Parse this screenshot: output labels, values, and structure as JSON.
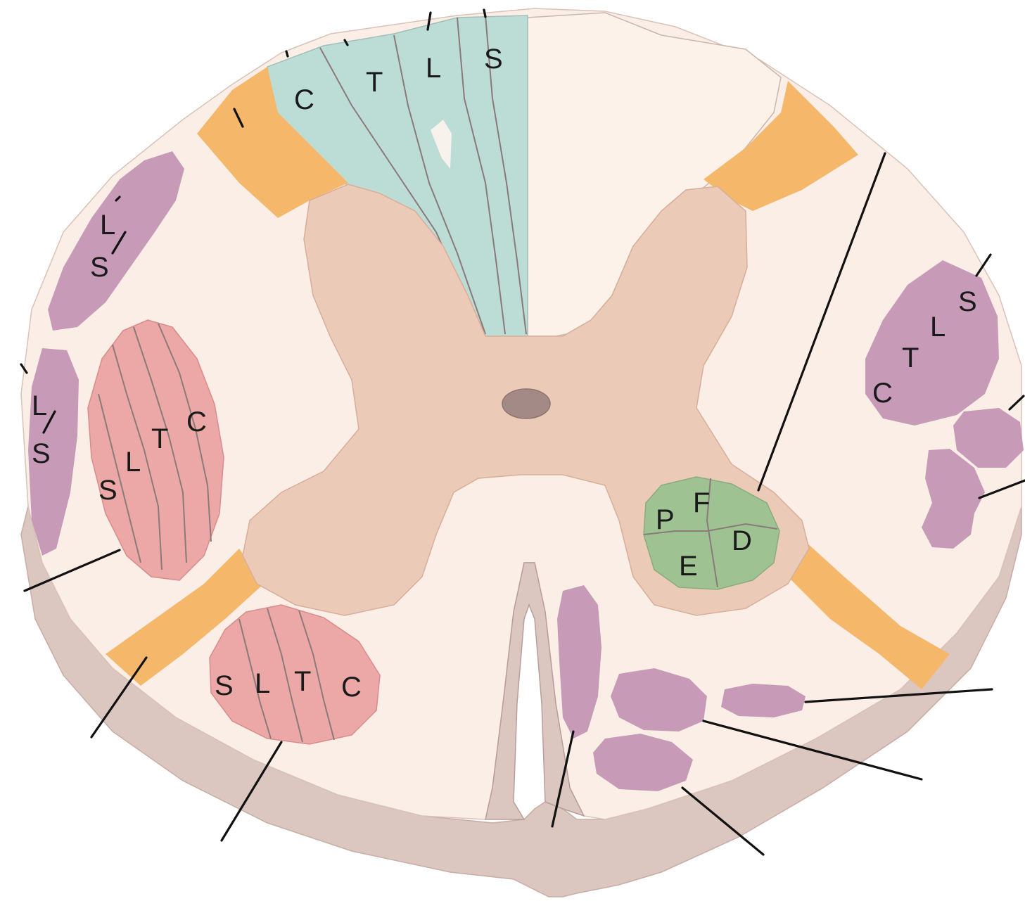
{
  "colors": {
    "white_matter": "#fbeee6",
    "gray_matter": "#eccab8",
    "dorsal_column": "#bcdcd6",
    "tract_violet": "#c79bb7",
    "tract_red": "#eca8a6",
    "motor_green": "#9fc293",
    "root_orange": "#f5b86a",
    "cord_side": "#dcc6c0",
    "central_canal": "#a48a86"
  },
  "regions": {
    "dorsal_column_labels": [
      "C",
      "T",
      "L",
      "S"
    ],
    "upper_left_tract_labels": [
      "L",
      "S"
    ],
    "left_lateral_tract_labels": [
      "L",
      "S"
    ],
    "lateral_corticospinal_labels": [
      "S",
      "L",
      "T",
      "C"
    ],
    "anterior_spinothalamic_labels": [
      "S",
      "L",
      "T",
      "C"
    ],
    "right_lateral_tract_labels": [
      "C",
      "T",
      "L",
      "S"
    ],
    "ventral_horn_nuclei_labels": [
      "P",
      "F",
      "D",
      "E"
    ]
  }
}
